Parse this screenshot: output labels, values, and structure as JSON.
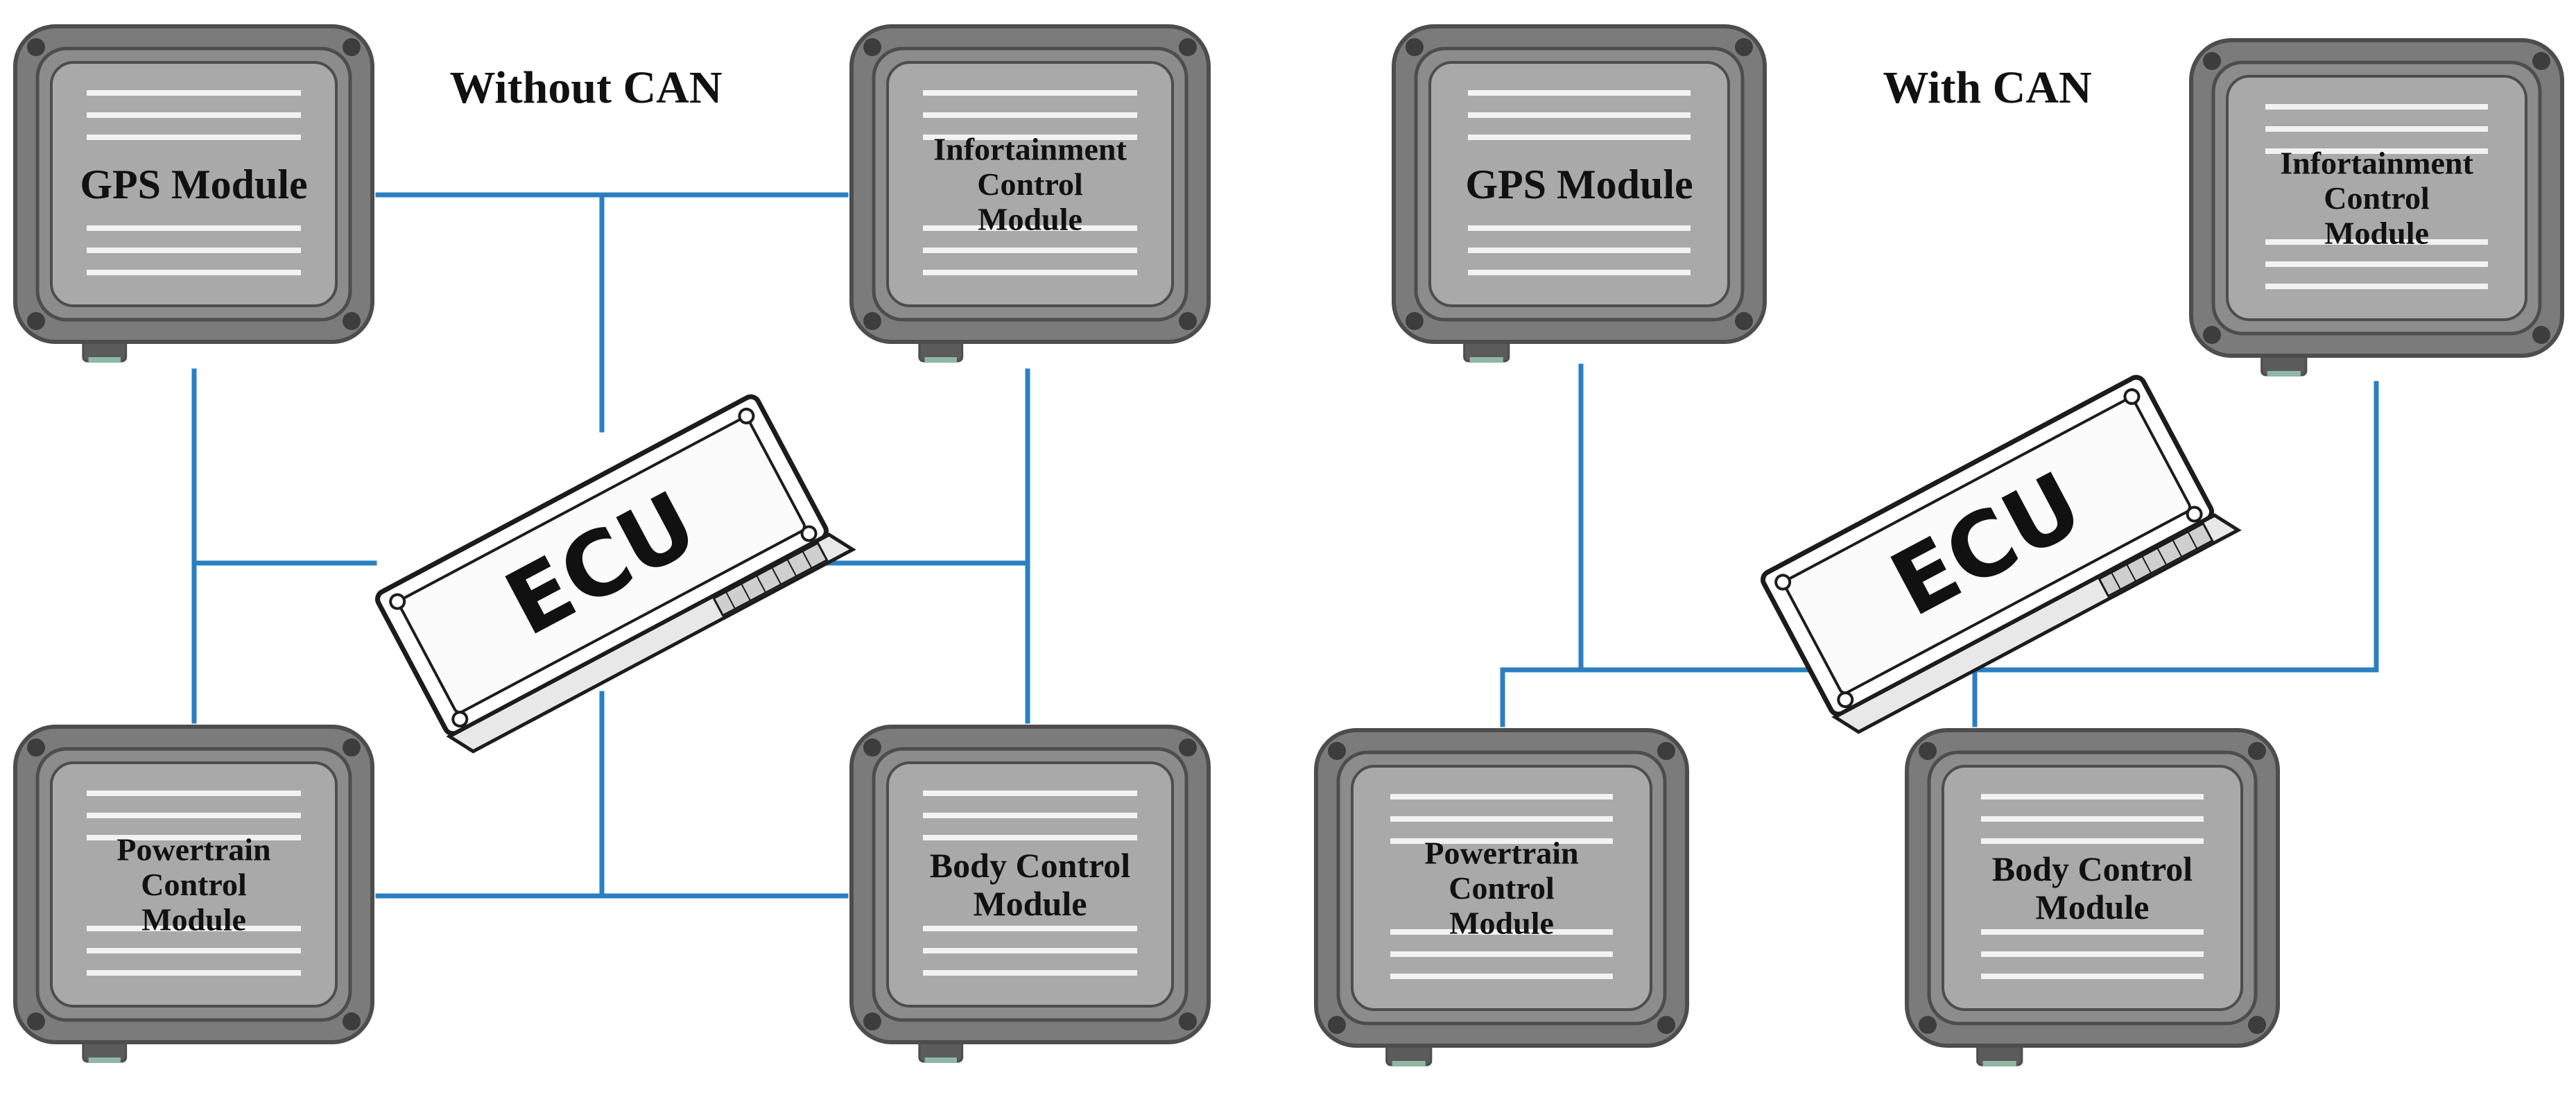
{
  "colors": {
    "wire": "#2a7fc1",
    "module_outer": "#7b7b7b",
    "module_rim": "#8c8c8c",
    "module_face": "#a9a9a9",
    "module_stroke": "#4d4d4d",
    "stripe": "#f2f2f2",
    "screw": "#3d3d3d",
    "connector": "#5b5b5b"
  },
  "panels": [
    {
      "title": "Without CAN",
      "ecu": {
        "label": "ECU"
      },
      "modules": [
        {
          "id": "gps",
          "lines": [
            "GPS Module"
          ]
        },
        {
          "id": "infotainment",
          "lines": [
            "Infortainment",
            "Control",
            "Module"
          ]
        },
        {
          "id": "powertrain",
          "lines": [
            "Powertrain",
            "Control",
            "Module"
          ]
        },
        {
          "id": "body",
          "lines": [
            "Body Control",
            "Module"
          ]
        }
      ]
    },
    {
      "title": "With CAN",
      "ecu": {
        "label": "ECU"
      },
      "modules": [
        {
          "id": "gps",
          "lines": [
            "GPS Module"
          ]
        },
        {
          "id": "infotainment",
          "lines": [
            "Infortainment",
            "Control",
            "Module"
          ]
        },
        {
          "id": "powertrain",
          "lines": [
            "Powertrain",
            "Control",
            "Module"
          ]
        },
        {
          "id": "body",
          "lines": [
            "Body Control",
            "Module"
          ]
        }
      ]
    }
  ]
}
